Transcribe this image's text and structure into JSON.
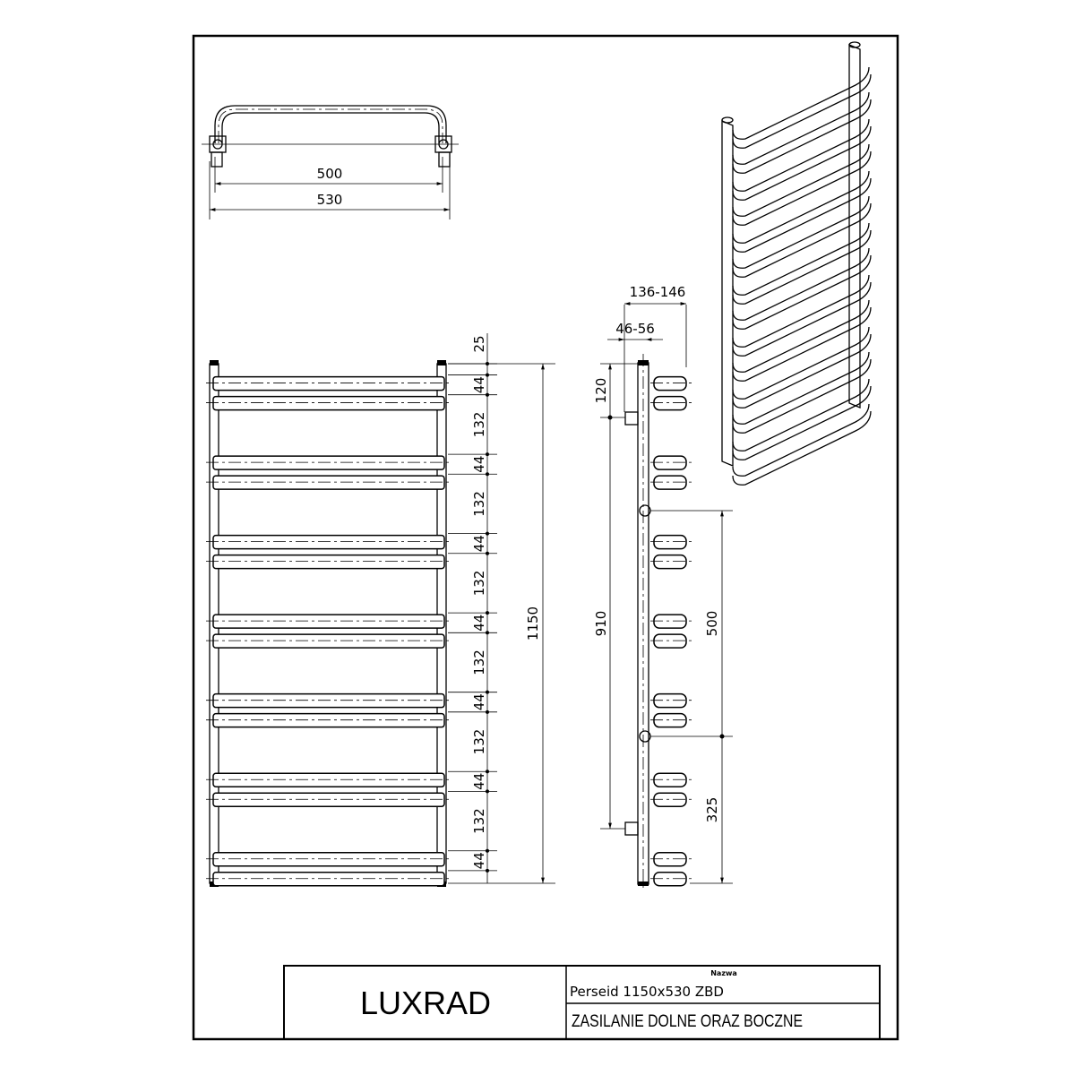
{
  "title_block": {
    "company": "LUXRAD",
    "name_label": "Nazwa",
    "product_name": "Perseid 1150x530 ZBD",
    "description": "ZASILANIE DOLNE ORAZ BOCZNE"
  },
  "top_view": {
    "dim_inner": "500",
    "dim_outer": "530"
  },
  "front_view": {
    "dim_total": "1150",
    "dims": [
      "25",
      "44",
      "132",
      "44",
      "132",
      "44",
      "132",
      "44",
      "132",
      "44",
      "132",
      "44",
      "132",
      "44"
    ]
  },
  "side_view": {
    "dim_depth": "136-146",
    "dim_offset": "46-56",
    "dim_top": "120",
    "dim_span": "910",
    "dim_mid": "500",
    "dim_bottom": "325"
  }
}
